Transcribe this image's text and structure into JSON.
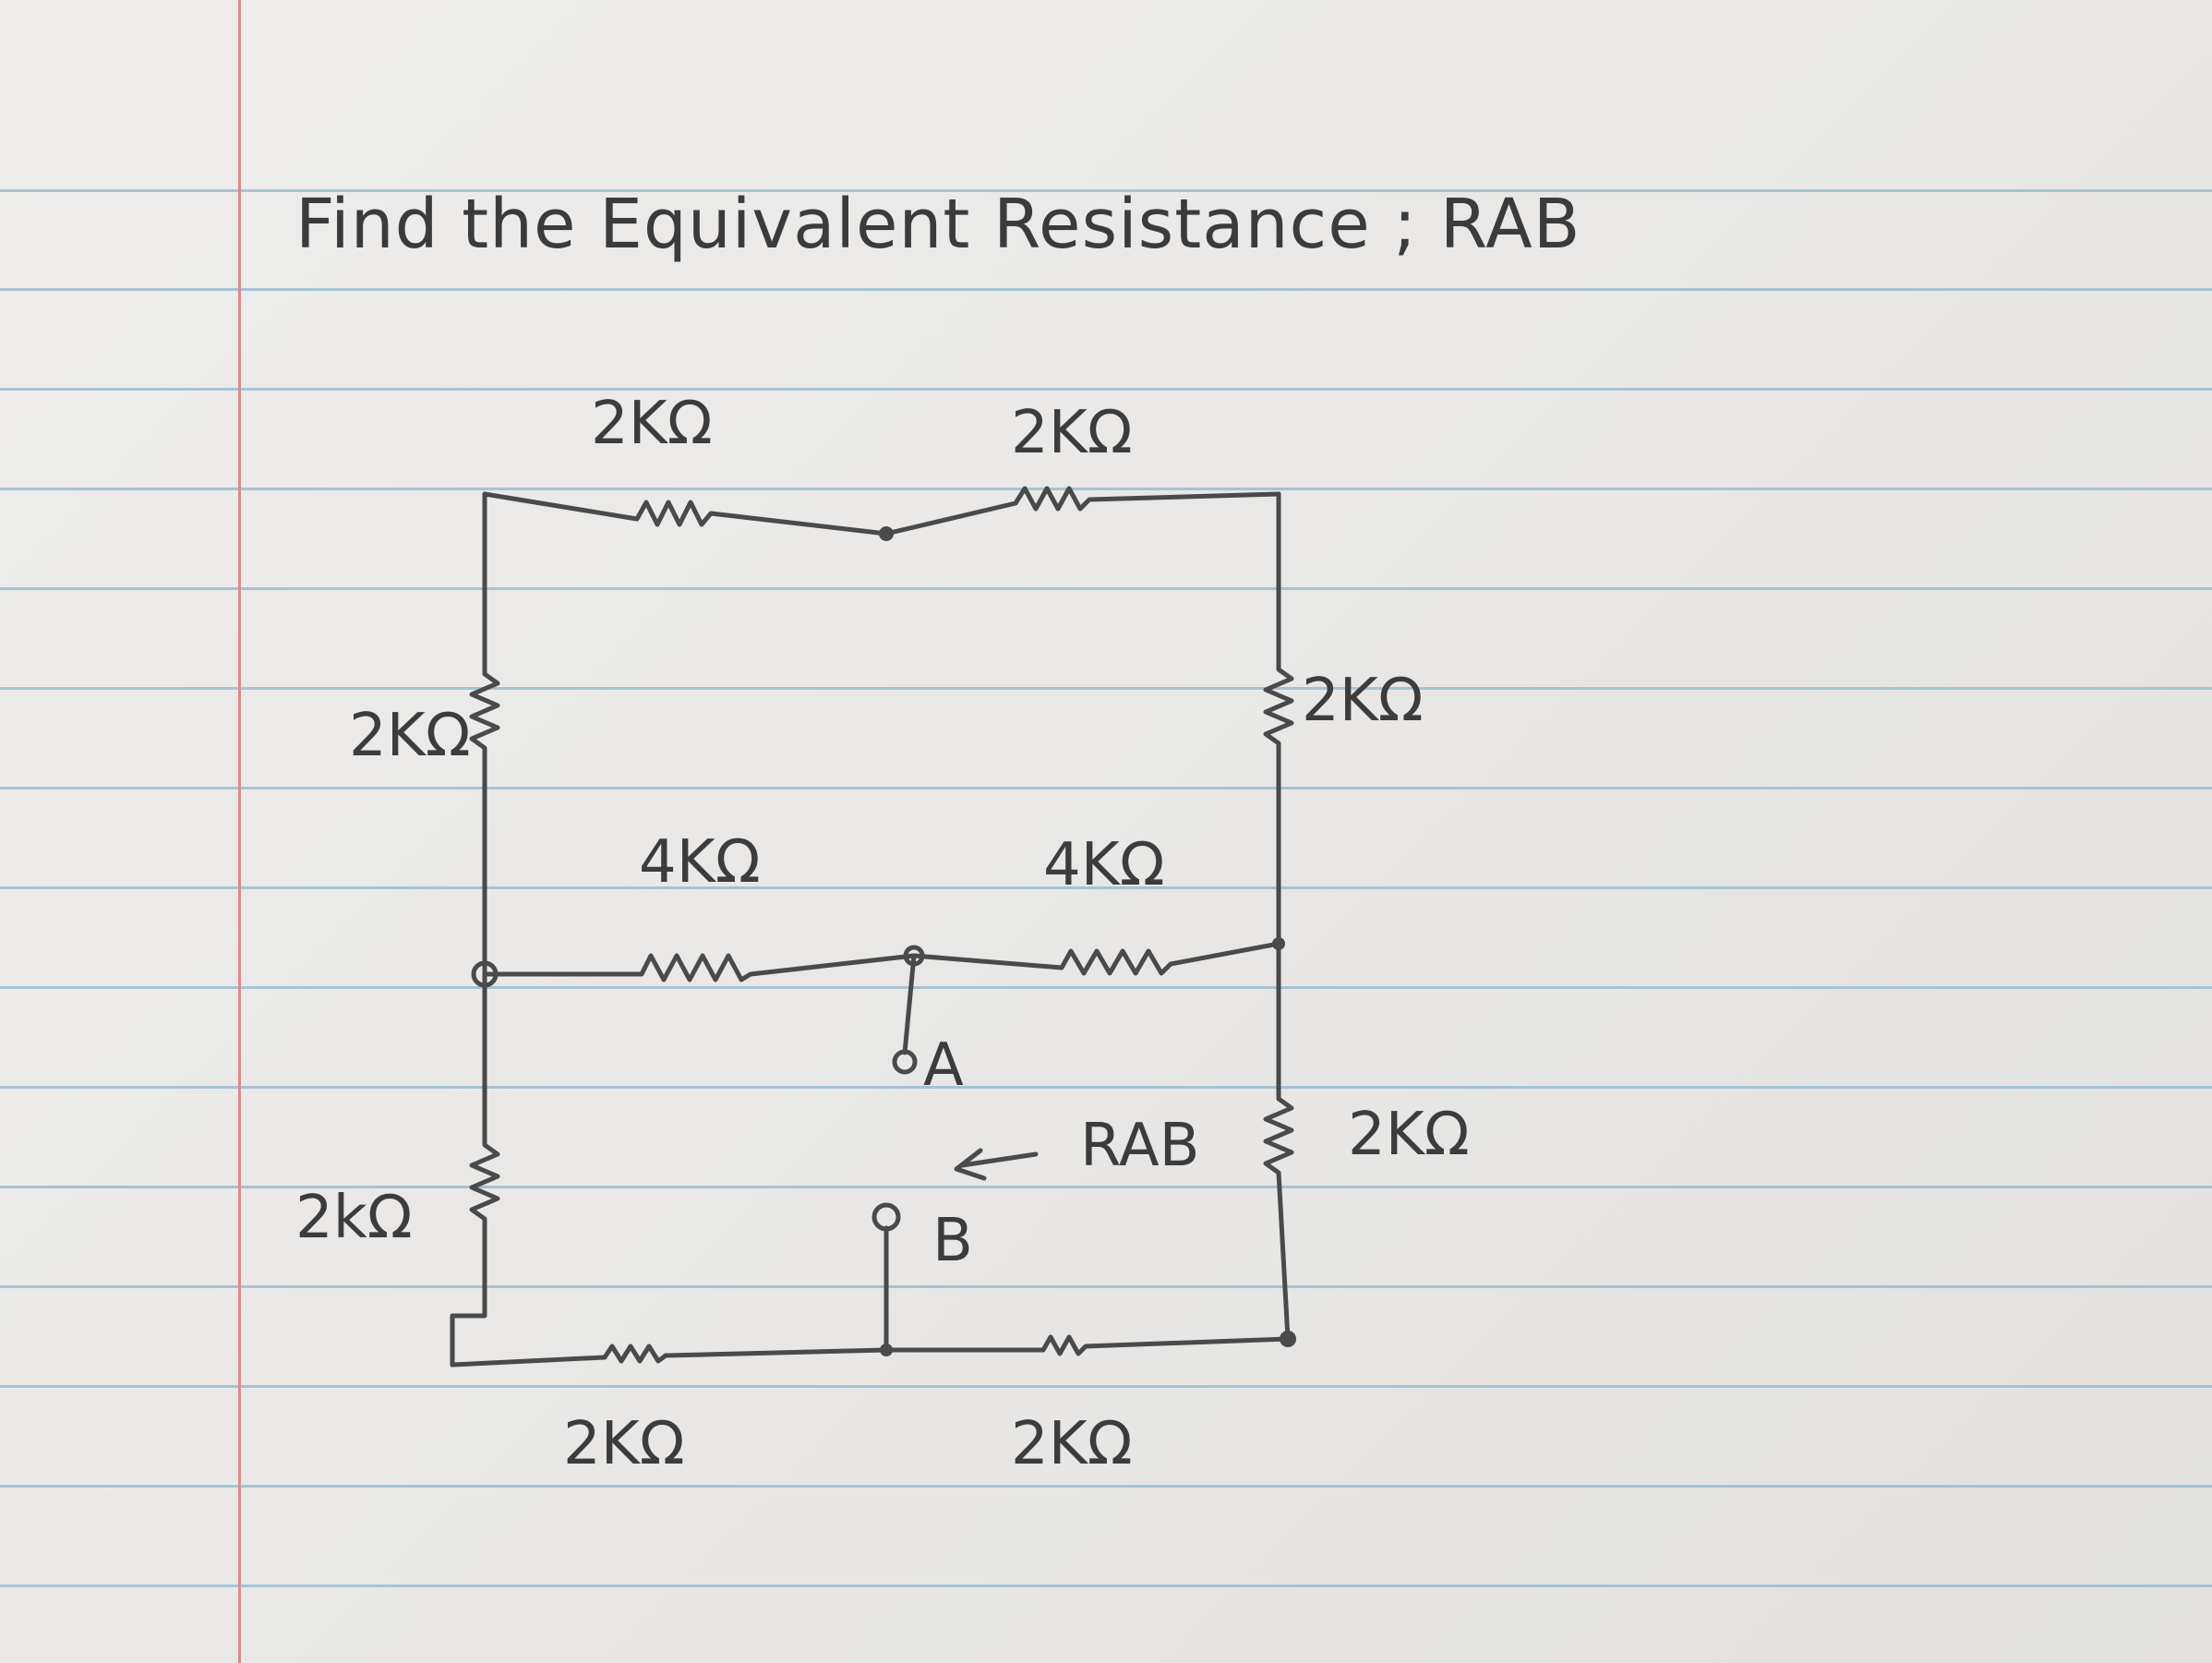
{
  "title": "Find the Equivalent Resistance ; RAB",
  "resistors": {
    "top_left": "2KΩ",
    "top_right": "2KΩ",
    "left_upper": "2KΩ",
    "right_upper": "2KΩ",
    "middle_left": "4KΩ",
    "middle_right": "4KΩ",
    "left_lower": "2kΩ",
    "right_lower": "2KΩ",
    "bottom_left": "2KΩ",
    "bottom_right": "2KΩ"
  },
  "terminals": {
    "a": "A",
    "b": "B",
    "rab": "RAB"
  },
  "colors": {
    "ink": "#4a4a4a",
    "paper": "#eeedeb",
    "rule": "#8fb6cf",
    "margin": "#d98a93"
  }
}
